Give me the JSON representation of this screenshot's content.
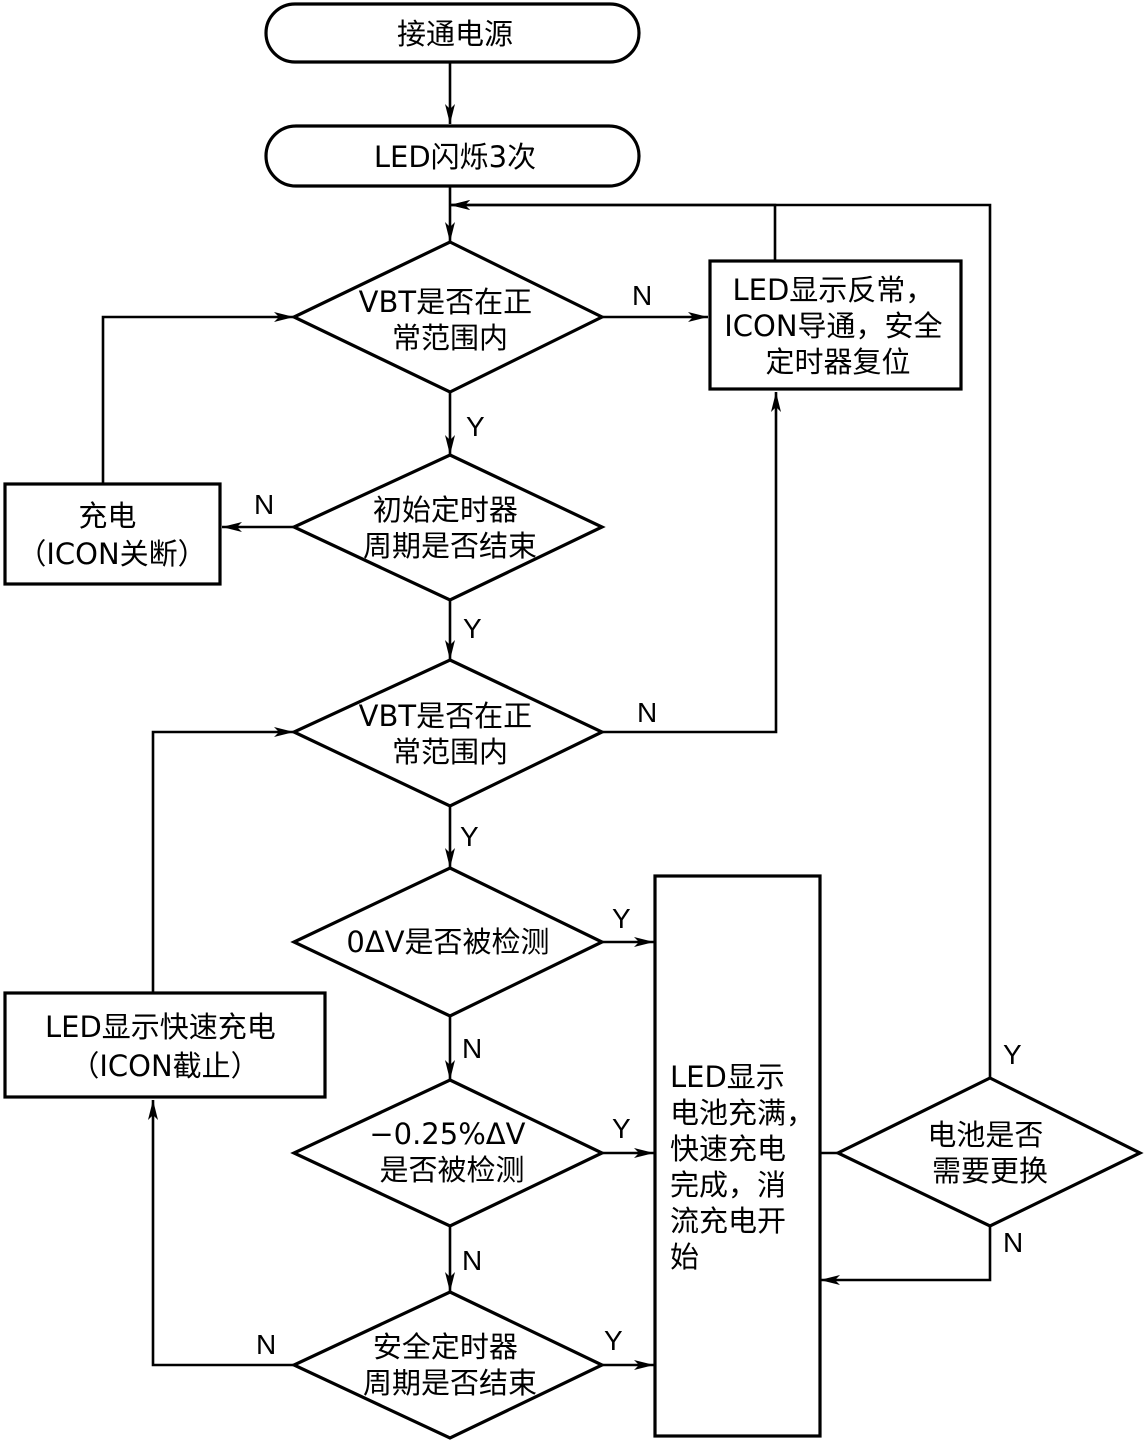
{
  "nodes": {
    "power_on": "接通电源",
    "led_blink": "LED闪烁3次",
    "vbt_check_1": [
      "VBT是否在正",
      "常范围内"
    ],
    "led_abnormal": [
      "LED显示反常，",
      "ICON导通，安全",
      "定时器复位"
    ],
    "init_timer": [
      "初始定时器",
      "周期是否结束"
    ],
    "charge": [
      "充电",
      "（ICON关断）"
    ],
    "vbt_check_2": [
      "VBT是否在正",
      "常范围内"
    ],
    "zero_dv": "0ΔV是否被检测",
    "led_fast": [
      "LED显示快速充电",
      "（ICON截止）"
    ],
    "neg_dv": [
      "−0.25%ΔV",
      "是否被检测"
    ],
    "safety_timer": [
      "安全定时器",
      "周期是否结束"
    ],
    "led_full": [
      "LED显示",
      "电池充满，",
      "快速充电",
      "完成，消",
      "流充电开",
      "始"
    ],
    "battery_replace": [
      "电池是否",
      "需要更换"
    ]
  },
  "edge_labels": {
    "vbt1_no": "N",
    "vbt1_yes": "Y",
    "init_no": "N",
    "init_yes": "Y",
    "vbt2_no": "N",
    "vbt2_yes": "Y",
    "zero_yes": "Y",
    "zero_no": "N",
    "neg_yes": "Y",
    "neg_no": "N",
    "safety_no": "N",
    "safety_yes": "Y",
    "replace_yes": "Y",
    "replace_no": "N"
  }
}
